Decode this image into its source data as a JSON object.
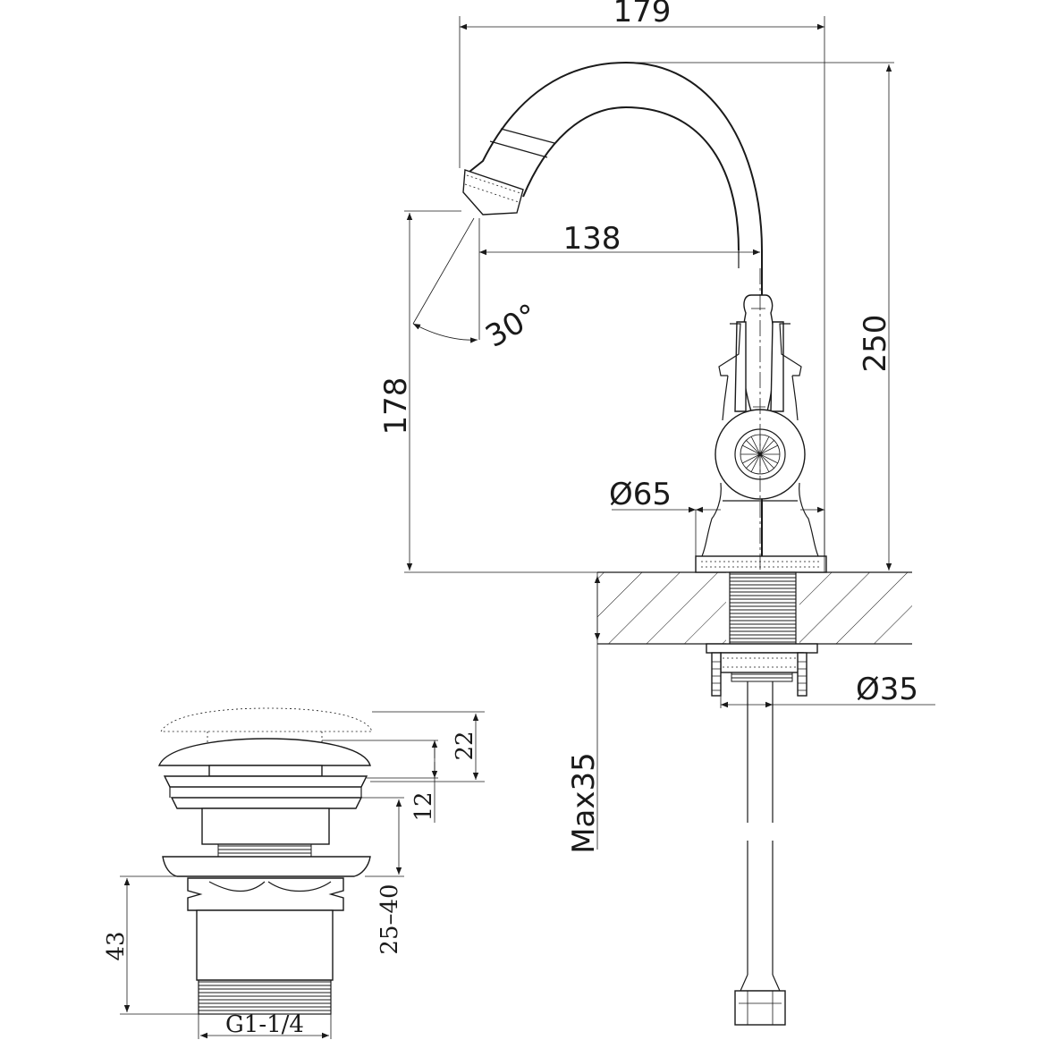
{
  "dimensions": {
    "d179": "179",
    "d138": "138",
    "d250": "250",
    "d178": "178",
    "d30": "30°",
    "d65": "Ø65",
    "d35": "Ø35",
    "max35": "Max35",
    "d22": "22",
    "d12": "12",
    "d25_40": "25–40",
    "d43": "43",
    "g1": "G1-1/4"
  },
  "colors": {
    "line": "#1a1a1a",
    "background": "#ffffff"
  }
}
